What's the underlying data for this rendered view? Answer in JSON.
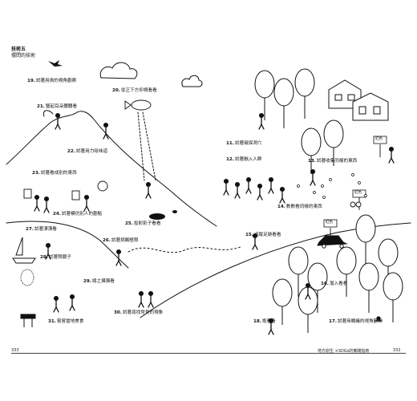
{
  "header": {
    "section": "技術五",
    "subtitle": "擺問的技術"
  },
  "captions": [
    {
      "num": "11.",
      "text": "試著窺探洞穴"
    },
    {
      "num": "12.",
      "text": "試著融入人群"
    },
    {
      "num": "13.",
      "text": "試著收集同樣的東西"
    },
    {
      "num": "14.",
      "text": "數數看同樣的東西"
    },
    {
      "num": "15.",
      "text": "追蹤足跡看看"
    },
    {
      "num": "16.",
      "text": "潛入看看"
    },
    {
      "num": "17.",
      "text": "試著用螞蟻的視角觀察"
    },
    {
      "num": "18.",
      "text": "抱看看"
    },
    {
      "num": "19.",
      "text": "試著用鳥的視角觀察"
    },
    {
      "num": "20.",
      "text": "從正下方仰視看看"
    },
    {
      "num": "21.",
      "text": "豎起耳朵聽聽看"
    },
    {
      "num": "22.",
      "text": "試著用力吸味道"
    },
    {
      "num": "23.",
      "text": "試著看成別的東西"
    },
    {
      "num": "24.",
      "text": "試著模仿別人的觀點"
    },
    {
      "num": "25.",
      "text": "投射影子看看"
    },
    {
      "num": "26.",
      "text": "試著挑戰極限"
    },
    {
      "num": "27.",
      "text": "試著漂漂看"
    },
    {
      "num": "28.",
      "text": "試著照鏡子"
    },
    {
      "num": "29.",
      "text": "總之摸摸看"
    },
    {
      "num": "30.",
      "text": "試著尋找常見的現象"
    },
    {
      "num": "31.",
      "text": "嘗嘗當地美食"
    }
  ],
  "signs": {
    "red_label": "紅色"
  },
  "footer": {
    "page_left": "333",
    "book_title": "地方創生 ×SDGs的實踐指南",
    "page_right": "332"
  }
}
